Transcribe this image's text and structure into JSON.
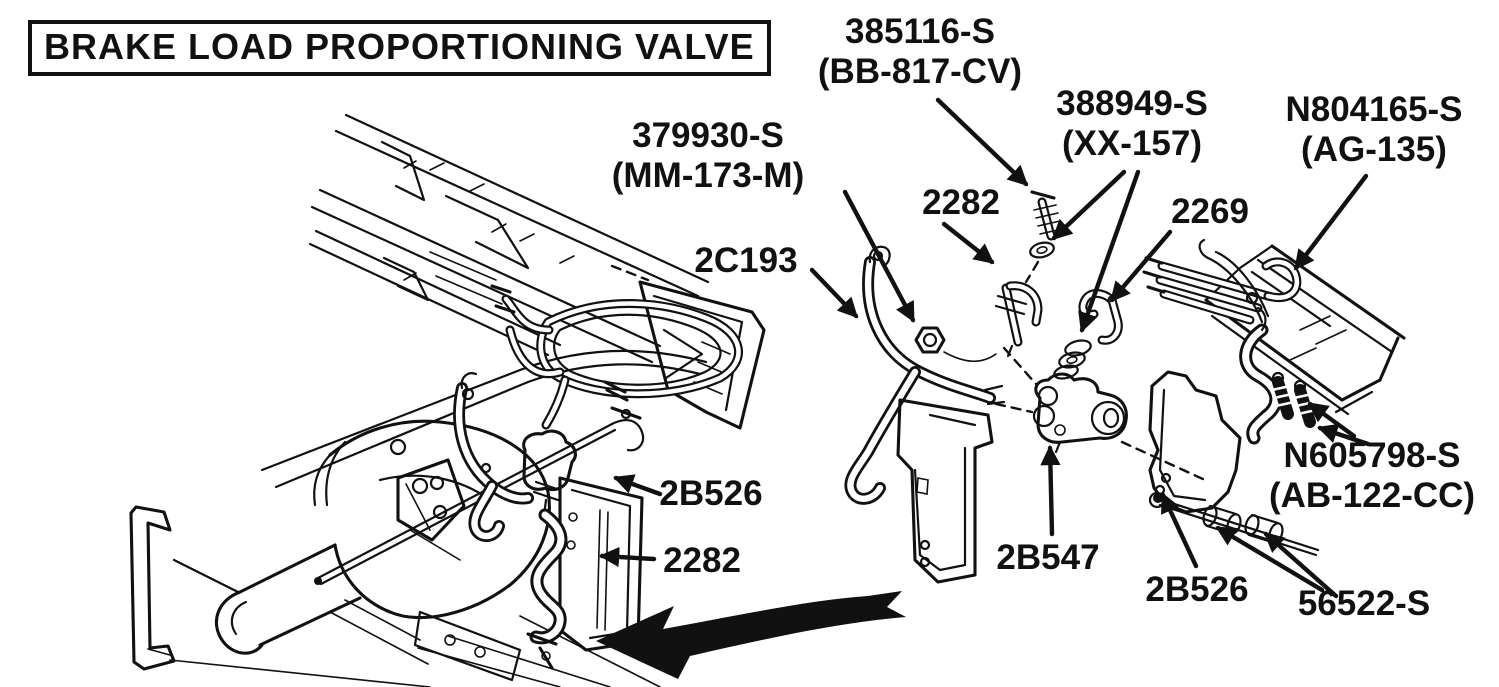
{
  "title": {
    "text": "BRAKE LOAD PROPORTIONING VALVE"
  },
  "colors": {
    "ink": "#111111",
    "paper": "#ffffff"
  },
  "diagram": {
    "description_labels": "Exploded parts diagram callouts",
    "labels": [
      {
        "id": "385116",
        "line1": "385116-S",
        "line2": "(BB-817-CV)"
      },
      {
        "id": "388949",
        "line1": "388949-S",
        "line2": "(XX-157)"
      },
      {
        "id": "N804165",
        "line1": "N804165-S",
        "line2": "(AG-135)"
      },
      {
        "id": "379930",
        "line1": "379930-S",
        "line2": "(MM-173-M)"
      },
      {
        "id": "2282-upper",
        "line1": "2282"
      },
      {
        "id": "2269",
        "line1": "2269"
      },
      {
        "id": "2C193",
        "line1": "2C193"
      },
      {
        "id": "2B526-left",
        "line1": "2B526"
      },
      {
        "id": "2282-lower",
        "line1": "2282"
      },
      {
        "id": "2B547",
        "line1": "2B547"
      },
      {
        "id": "2B526-right",
        "line1": "2B526"
      },
      {
        "id": "56522",
        "line1": "56522-S"
      },
      {
        "id": "N605798",
        "line1": "N605798-S",
        "line2": "(AB-122-CC)"
      }
    ]
  }
}
